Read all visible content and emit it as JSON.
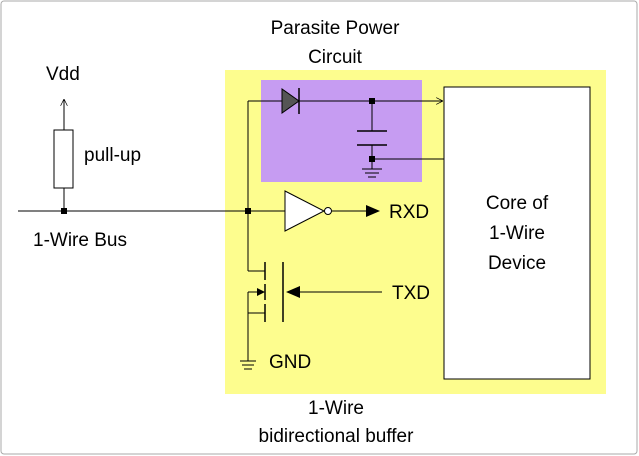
{
  "diagram": {
    "labels": {
      "parasite_line1": "Parasite Power",
      "parasite_line2": "Circuit",
      "vdd": "Vdd",
      "pullup": "pull-up",
      "bus": "1-Wire Bus",
      "rxd": "RXD",
      "txd": "TXD",
      "gnd": "GND",
      "core_line1": "Core of",
      "core_line2": "1-Wire",
      "core_line3": "Device",
      "buffer_line1": "1-Wire",
      "buffer_line2": "bidirectional buffer"
    },
    "colors": {
      "buffer_region": "#fdfd8e",
      "parasite_region": "#c69cf2",
      "wire": "#000000",
      "frame": "#aaaaaa"
    }
  }
}
